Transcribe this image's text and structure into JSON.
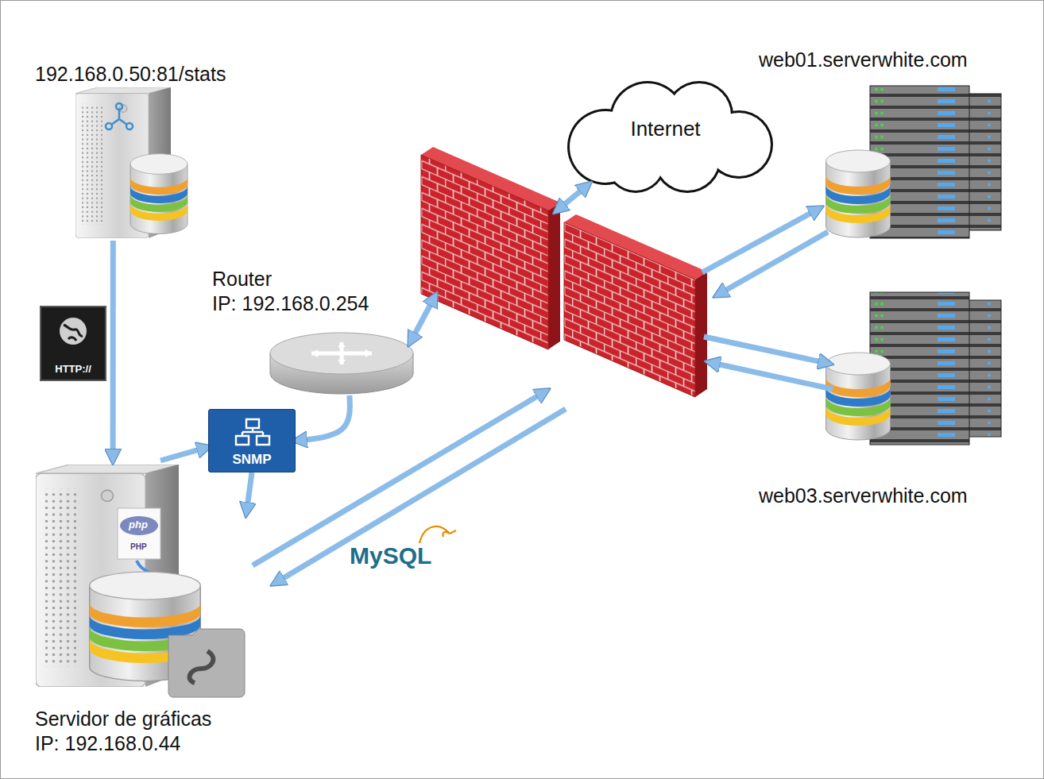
{
  "diagram": {
    "nodes": [
      {
        "text": [
          "192.168.0.50:81/stats"
        ]
      },
      {
        "text": [
          "Router",
          "IP: 192.168.0.254"
        ]
      },
      {
        "text": [
          "SNMP"
        ]
      },
      {
        "text": [
          "Servidor de gráficas",
          "IP: 192.168.0.44"
        ]
      },
      {
        "text": [
          "Internet"
        ]
      },
      {
        "text": [
          "web01.serverwhite.com"
        ]
      },
      {
        "text": [
          "web03.serverwhite.com"
        ]
      }
    ],
    "edges": [
      {
        "from": 0,
        "to": 3,
        "arrow": "to",
        "label": "HTTP://"
      },
      {
        "from": 3,
        "to": 2,
        "arrow": "to"
      },
      {
        "from": 2,
        "to": 3,
        "arrow": "to"
      },
      {
        "from": 1,
        "to": 2,
        "arrow": "to"
      }
    ],
    "labels": [
      "php",
      "PHP",
      "MySQL"
    ]
  }
}
